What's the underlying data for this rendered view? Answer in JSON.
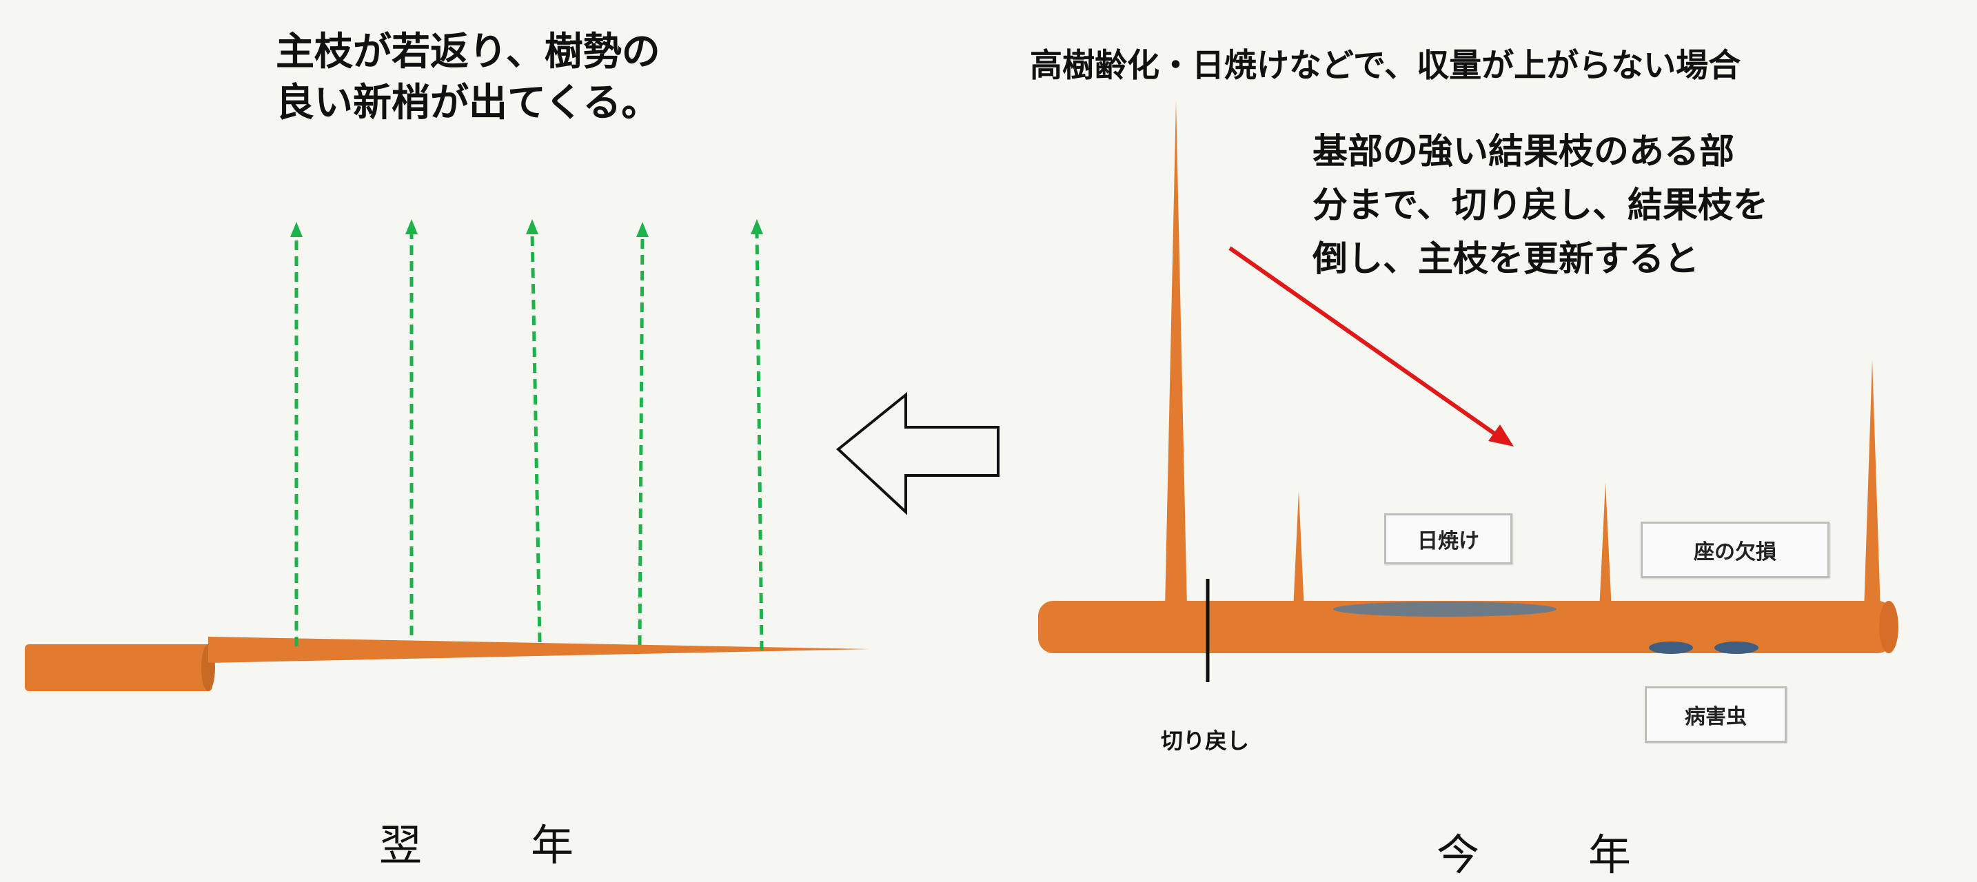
{
  "left_panel": {
    "caption_line1": "主枝が若返り、樹勢の",
    "caption_line2": "良い新梢が出てくる。",
    "year_label": "翌　年"
  },
  "right_panel": {
    "title": "高樹齢化・日焼けなどで、収量が上がらない場合",
    "note_line1": "基部の強い結果枝のある部",
    "note_line2": "分まで、切り戻し、結果枝を",
    "note_line3": "倒し、主枝を更新すると",
    "labels": {
      "sunburn": "日焼け",
      "bud_loss": "座の欠損",
      "pest": "病害虫",
      "cutback": "切り戻し"
    },
    "year_label": "今　年"
  },
  "colors": {
    "branch": "#e07b30",
    "new_shoot": "#1db24a",
    "arrow_red": "#e01818",
    "sunburn_patch": "#6e7a86",
    "pest_spot": "#3f5f82"
  }
}
